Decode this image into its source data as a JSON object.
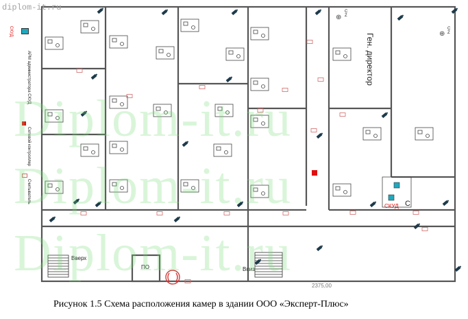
{
  "site_url": "diplom-it.ru",
  "watermark": "Diplom-it.ru",
  "legend": {
    "skud": "СКУД",
    "arm": "АРМ администратора СКУД",
    "controller": "Сетевой контроллер",
    "reader": "Считыватель"
  },
  "labels": {
    "gen_director": "Ген. директор",
    "up": "Вверх",
    "down": "Вниз",
    "po": "ПО",
    "skud_room": "СКУД",
    "c_letter": "С",
    "cz": "C\nZ",
    "number": "2375,00"
  },
  "caption": "Рисунок 1.5 Схема расположения камер в здании ООО «Эксперт-Плюс»",
  "colors": {
    "wall": "#555555",
    "camera": "#1d3a4a",
    "door_sensor": "#d26a6a",
    "controller": "#e01010",
    "skud_text": "#e01010",
    "monitor": "#1fa9bf",
    "watermark": "#7bdc7b"
  }
}
